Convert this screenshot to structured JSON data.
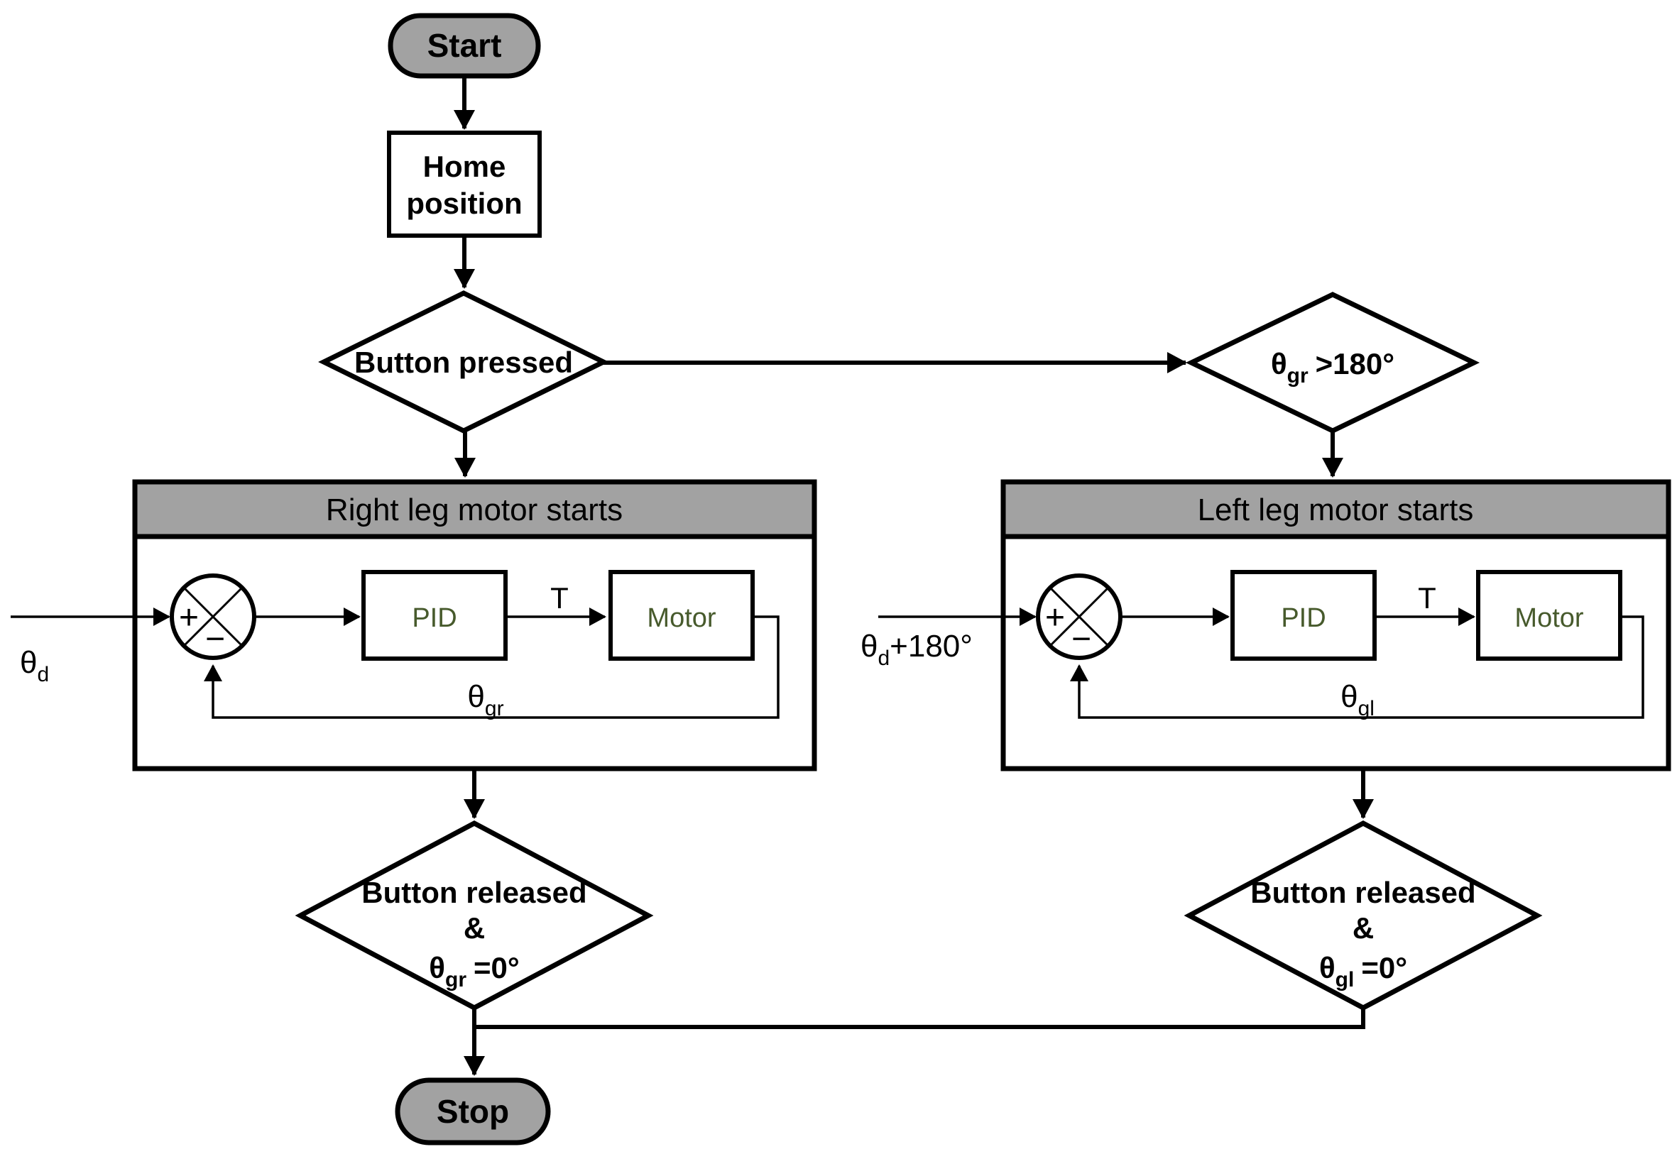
{
  "colors": {
    "background": "#ffffff",
    "node_gray_fill": "#a2a2a2",
    "stroke_black": "#000000",
    "block_text_green": "#475a2c"
  },
  "flow": {
    "start": "Start",
    "home_line1": "Home",
    "home_line2": "position",
    "button_pressed": "Button pressed",
    "gt180_theta": "θ",
    "gt180_sub": "gr",
    "gt180_rest": ">180°",
    "stop": "Stop"
  },
  "right_loop": {
    "title": "Right leg motor starts",
    "input_theta": "θ",
    "input_sub": "d",
    "plus": "+",
    "minus": "−",
    "pid": "PID",
    "torque": "T",
    "motor": "Motor",
    "feedback_theta": "θ",
    "feedback_sub": "gr"
  },
  "left_loop": {
    "title": "Left leg motor starts",
    "input_theta": "θ",
    "input_sub": "d",
    "input_rest": "+180°",
    "plus": "+",
    "minus": "−",
    "pid": "PID",
    "torque": "T",
    "motor": "Motor",
    "feedback_theta": "θ",
    "feedback_sub": "gl"
  },
  "decision_right": {
    "line1": "Button released",
    "line2": "&",
    "theta": "θ",
    "sub": "gr",
    "rest": "=0°"
  },
  "decision_left": {
    "line1": "Button released",
    "line2": "&",
    "theta": "θ",
    "sub": "gl",
    "rest": "=0°"
  }
}
